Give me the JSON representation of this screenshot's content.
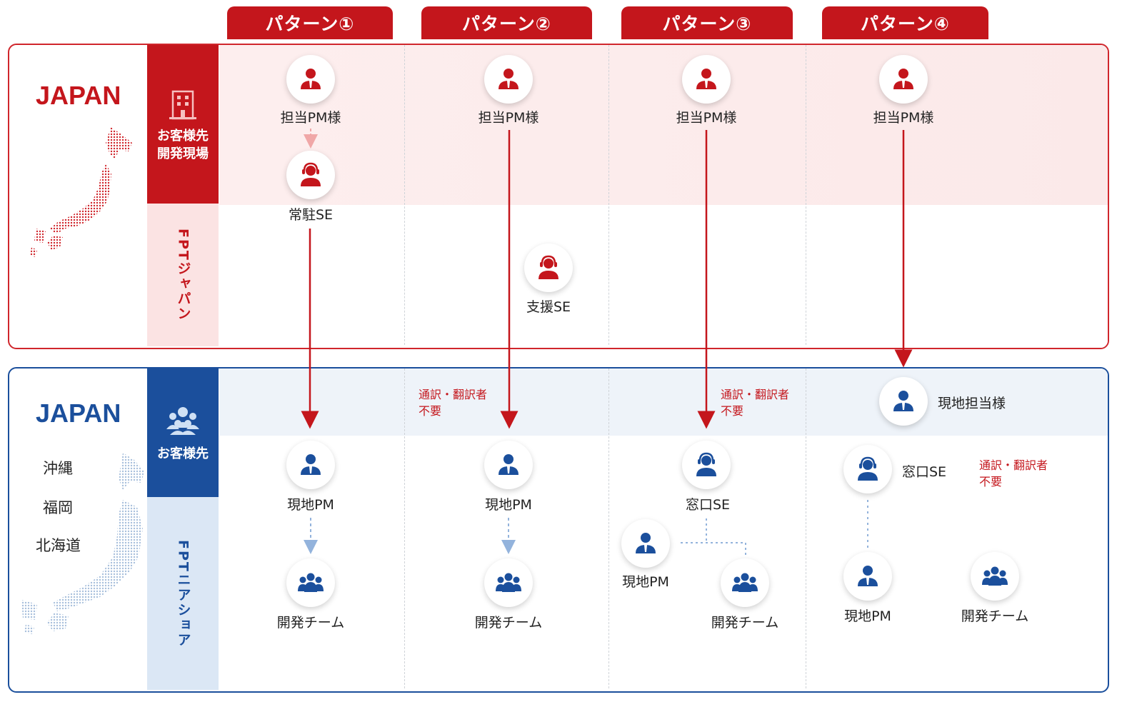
{
  "patterns": [
    "パターン①",
    "パターン②",
    "パターン③",
    "パターン④"
  ],
  "top_region": {
    "title": "JAPAN",
    "client_label": "お客様先\n開発現場",
    "fpt_label": "FPTジャパン"
  },
  "bottom_region": {
    "title": "JAPAN",
    "cities": [
      "沖縄",
      "福岡",
      "北海道"
    ],
    "client_label": "お客様先",
    "fpt_label": "FPTニアショア"
  },
  "labels": {
    "customer_pm": "担当PM様",
    "resident_se": "常駐SE",
    "support_se": "支援SE",
    "local_pm": "現地PM",
    "dev_team": "開発チーム",
    "window_se": "窓口SE",
    "local_contact": "現地担当様",
    "no_interpreter": "通訳・翻訳者\n不要"
  },
  "colors": {
    "red": "#c4161c",
    "blue": "#1b4f9c",
    "top_client_band": "#fdeeee",
    "bottom_client_band": "#eef3f9"
  },
  "icons": {
    "person": "person-icon",
    "headset": "headset-person-icon",
    "group": "group-icon",
    "building": "building-icon"
  }
}
